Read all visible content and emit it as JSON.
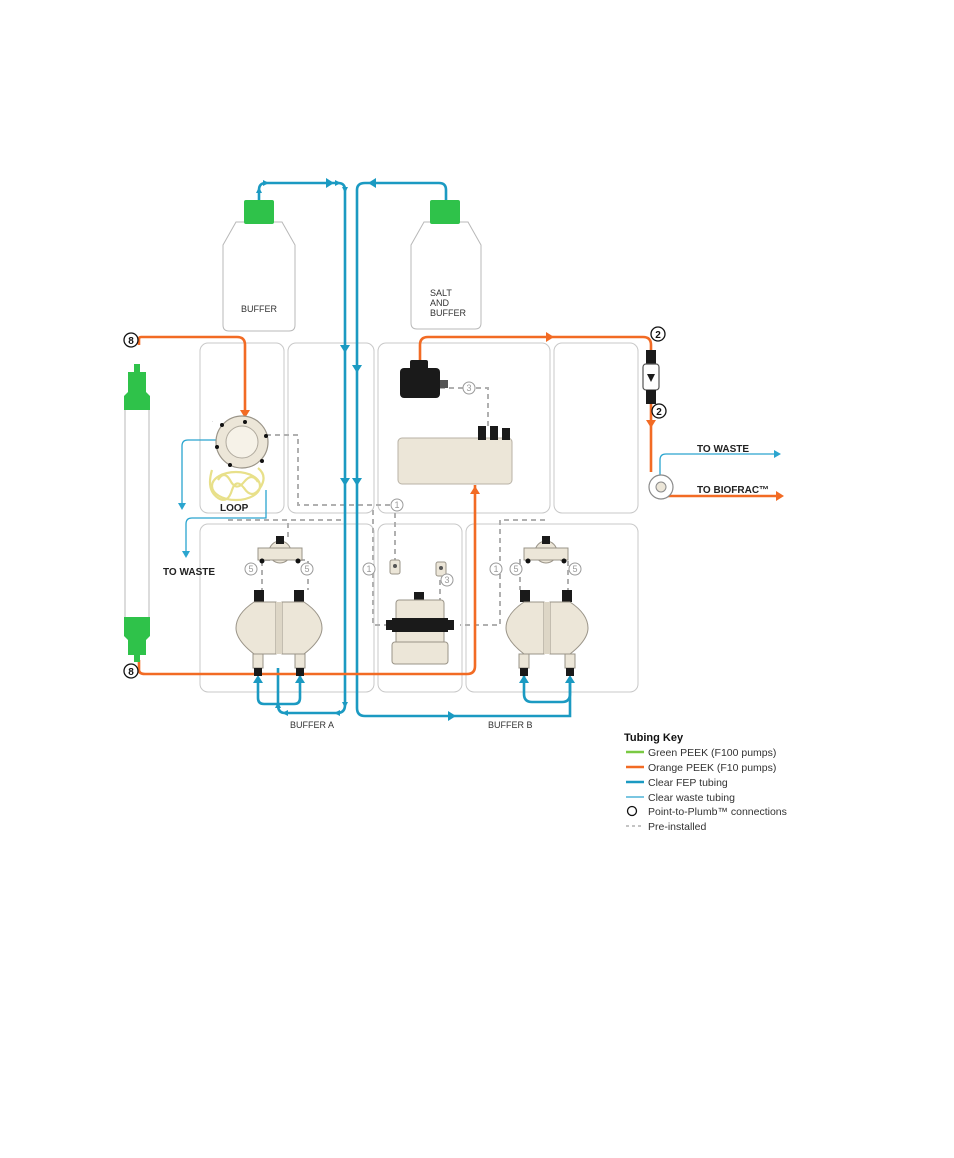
{
  "colors": {
    "green_peek": "#7ac943",
    "orange_peek": "#f26b24",
    "clear_fep": "#1b9ac2",
    "waste": "#2aa5cf",
    "preinstalled": "#b0b0b0",
    "bottle_cap": "#2fc24a",
    "component": "#ece6d8",
    "panel_border": "#c8c8c8"
  },
  "bottles": {
    "buffer": "BUFFER",
    "salt_line1": "SALT",
    "salt_line2": "AND",
    "salt_line3": "BUFFER"
  },
  "labels": {
    "loop": "LOOP",
    "to_waste_left": "TO WASTE",
    "to_waste_right": "TO WASTE",
    "to_biofrac": "TO BIOFRAC™",
    "buffer_a": "BUFFER A",
    "buffer_b": "BUFFER B"
  },
  "connections": {
    "eight_top": "8",
    "eight_bottom": "8",
    "two_top": "2",
    "two_bottom": "2",
    "one_a": "1",
    "one_b": "1",
    "one_c": "1",
    "three_a": "3",
    "three_b": "3",
    "five_a": "5",
    "five_b": "5",
    "five_c": "5",
    "five_d": "5"
  },
  "tubing_key": {
    "title": "Tubing Key",
    "items": [
      {
        "label": "Green PEEK (F100 pumps)",
        "style": "green"
      },
      {
        "label": "Orange PEEK (F10 pumps)",
        "style": "orange"
      },
      {
        "label": "Clear FEP tubing",
        "style": "fep"
      },
      {
        "label": "Clear waste tubing",
        "style": "waste"
      },
      {
        "label": "Point-to-Plumb™ connections",
        "style": "circle"
      },
      {
        "label": "Pre-installed",
        "style": "dashed"
      }
    ]
  }
}
